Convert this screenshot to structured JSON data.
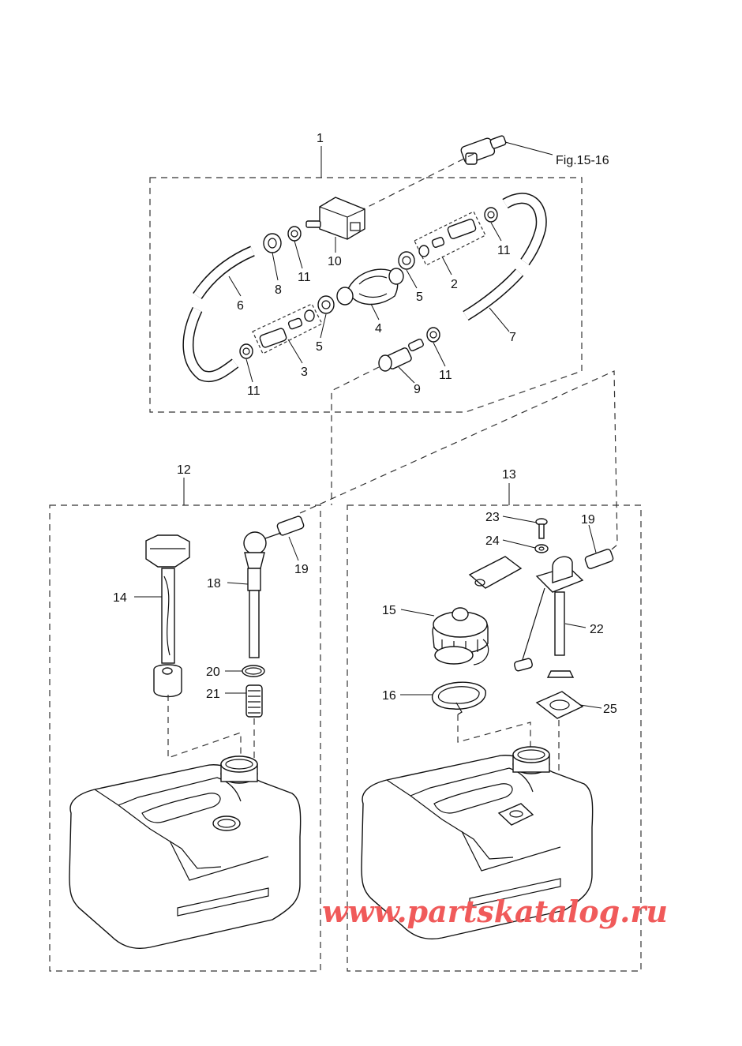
{
  "figure_ref": "Fig.15-16",
  "watermark": "www.partskatalog.ru",
  "callouts": {
    "c1": "1",
    "c2": "2",
    "c3": "3",
    "c4": "4",
    "c5a": "5",
    "c5b": "5",
    "c6": "6",
    "c7": "7",
    "c8": "8",
    "c9": "9",
    "c10": "10",
    "c11a": "11",
    "c11b": "11",
    "c11c": "11",
    "c11d": "11",
    "c12": "12",
    "c13": "13",
    "c14": "14",
    "c15": "15",
    "c16": "16",
    "c18": "18",
    "c19a": "19",
    "c19b": "19",
    "c20": "20",
    "c21": "21",
    "c22": "22",
    "c23": "23",
    "c24": "24",
    "c25": "25"
  }
}
